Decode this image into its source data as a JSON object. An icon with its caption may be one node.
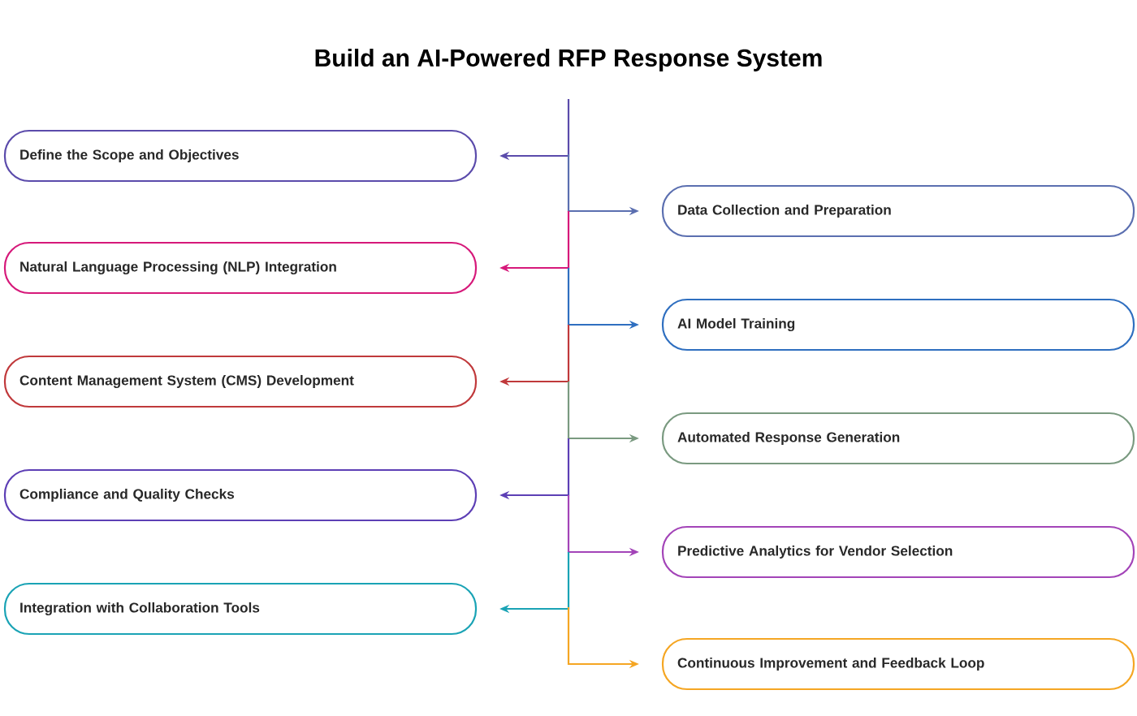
{
  "diagram": {
    "title": "Build an AI-Powered RFP Response System",
    "nodes": [
      {
        "text": [
          "Define the Scope and Objectives"
        ]
      },
      {
        "text": [
          "Data Collection and Preparation"
        ]
      },
      {
        "text": [
          "Natural Language Processing (NLP) Integration"
        ]
      },
      {
        "text": [
          "AI Model Training"
        ]
      },
      {
        "text": [
          "Content Management System (CMS) Development"
        ]
      },
      {
        "text": [
          "Automated Response Generation"
        ]
      },
      {
        "text": [
          "Compliance and Quality Checks"
        ]
      },
      {
        "text": [
          "Predictive Analytics for Vendor Selection"
        ]
      },
      {
        "text": [
          "Integration with Collaboration Tools"
        ]
      },
      {
        "text": [
          "Continuous Improvement and Feedback Loop"
        ]
      }
    ],
    "edges": [
      {
        "from": null,
        "to": 0,
        "arrow": "to",
        "color": "#5b4bab"
      },
      {
        "from": null,
        "to": 1,
        "arrow": "to",
        "color": "#5b6fb0"
      },
      {
        "from": null,
        "to": 2,
        "arrow": "to",
        "color": "#d6197a"
      },
      {
        "from": null,
        "to": 3,
        "arrow": "to",
        "color": "#2f6fc0"
      },
      {
        "from": null,
        "to": 4,
        "arrow": "to",
        "color": "#c0393b"
      },
      {
        "from": null,
        "to": 5,
        "arrow": "to",
        "color": "#7a9a80"
      },
      {
        "from": null,
        "to": 6,
        "arrow": "to",
        "color": "#5d3fb5"
      },
      {
        "from": null,
        "to": 7,
        "arrow": "to",
        "color": "#a344b8"
      },
      {
        "from": null,
        "to": 8,
        "arrow": "to",
        "color": "#1aa3b5"
      },
      {
        "from": null,
        "to": 9,
        "arrow": "to",
        "color": "#f5a623"
      }
    ]
  }
}
